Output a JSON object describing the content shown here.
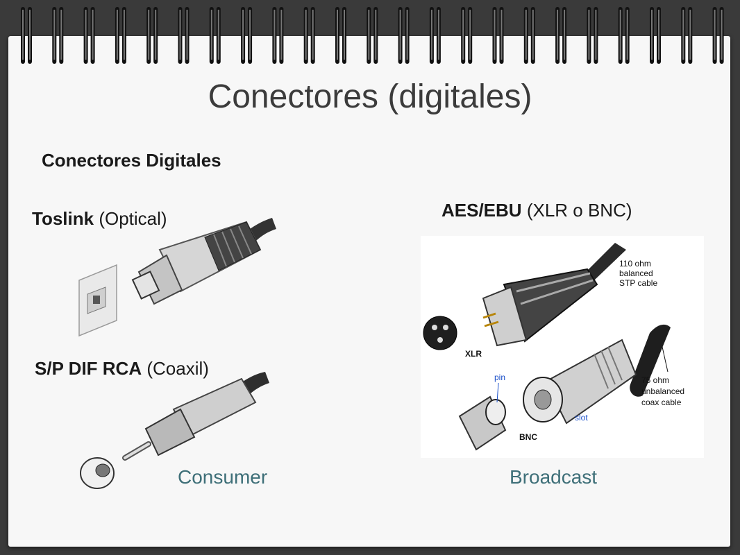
{
  "slide": {
    "title": "Conectores (digitales)",
    "section_title": "Conectores Digitales"
  },
  "toslink": {
    "name": "Toslink",
    "detail": "(Optical)"
  },
  "spdif": {
    "name": "S/P DIF RCA",
    "detail": "(Coaxil)"
  },
  "aes": {
    "name": "AES/EBU",
    "detail": "(XLR o BNC)"
  },
  "diagram": {
    "xlr_cable": [
      "110 ohm",
      "balanced",
      "STP cable"
    ],
    "xlr_label": "XLR",
    "pin_label": "pin",
    "slot_label": "slot",
    "bnc_label": "BNC",
    "bnc_cable": [
      "75 ohm",
      "unbalanced",
      "coax cable"
    ]
  },
  "footer": {
    "consumer": "Consumer",
    "broadcast": "Broadcast"
  },
  "colors": {
    "footer_text": "#3e6f78",
    "background": "#3a3a3a",
    "page": "#f7f7f7"
  }
}
